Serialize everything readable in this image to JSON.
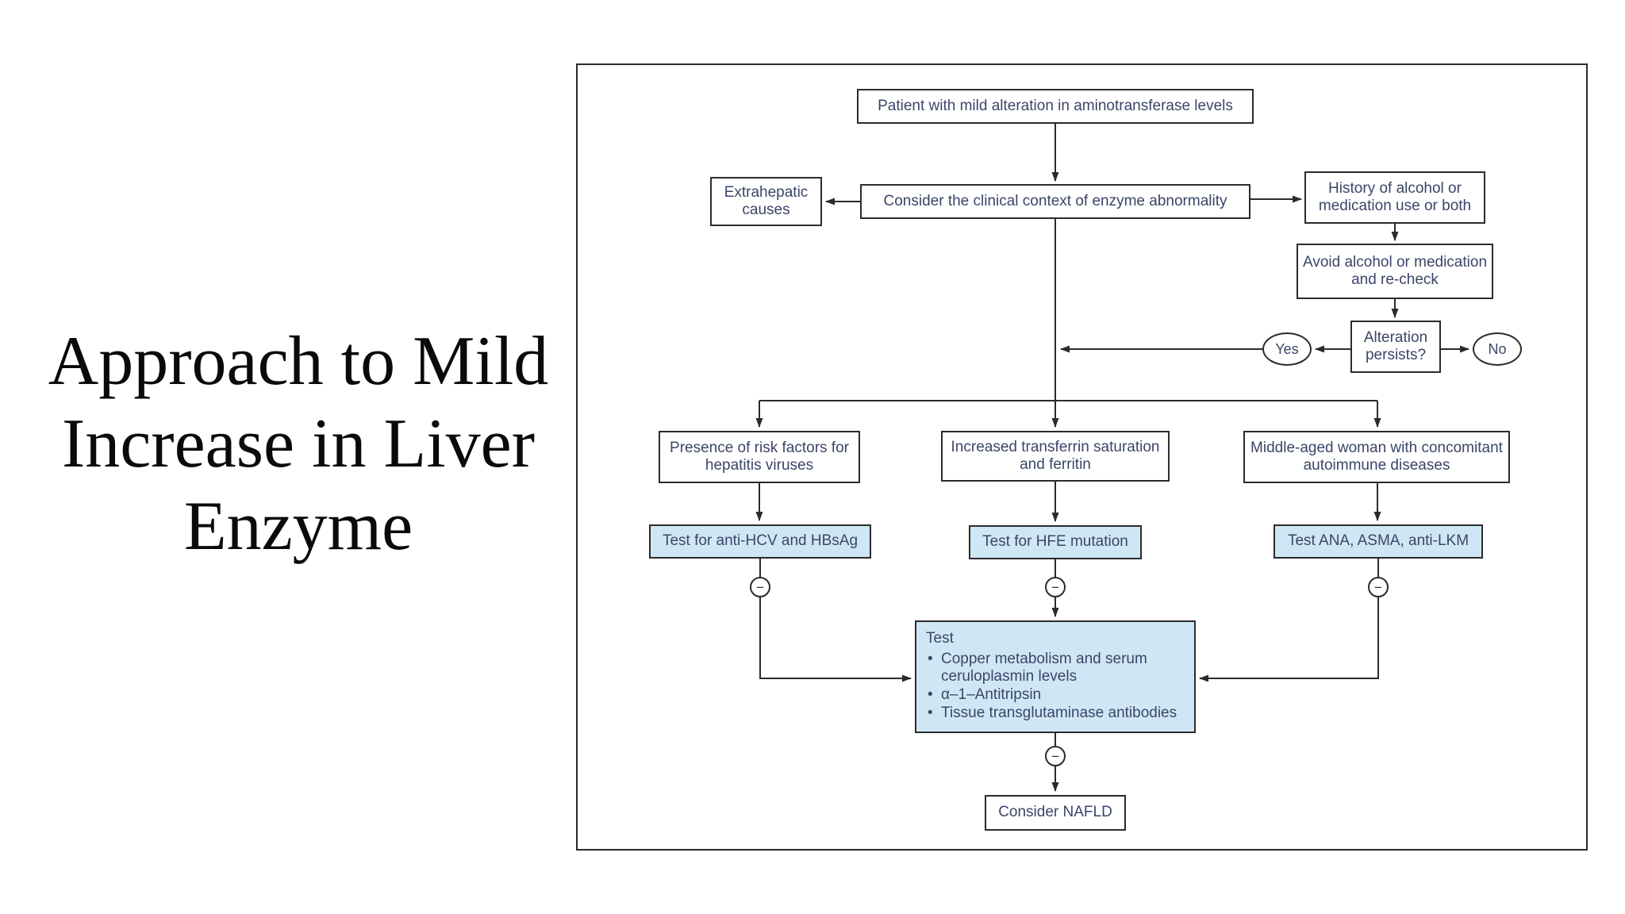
{
  "title": {
    "lines": [
      "Approach to Mild",
      "Increase in Liver",
      "Enzyme"
    ]
  },
  "colors": {
    "background": "#ffffff",
    "box_border": "#2b2b2b",
    "box_text": "#3b4569",
    "highlight_fill": "#cfe7f5",
    "title_text": "#0a0a0a"
  },
  "flowchart": {
    "negative_symbol": "−",
    "nodes": {
      "patient": {
        "label": "Patient with mild alteration in aminotransferase levels"
      },
      "consider": {
        "label": "Consider the clinical context of enzyme abnormality"
      },
      "extrahepatic": {
        "label": "Extrahepatic causes"
      },
      "history": {
        "label": "History of alcohol or medication use or both"
      },
      "avoid": {
        "label": "Avoid alcohol or medication and re-check"
      },
      "alteration": {
        "label": "Alteration persists?"
      },
      "yes": {
        "label": "Yes"
      },
      "no": {
        "label": "No"
      },
      "presence": {
        "label": "Presence of risk factors for hepatitis viruses"
      },
      "transferrin": {
        "label": "Increased transferrin saturation and ferritin"
      },
      "autoimmune": {
        "label": "Middle-aged woman with concomitant autoimmune diseases"
      },
      "test_hcv": {
        "label": "Test for anti-HCV and HBsAg"
      },
      "test_hfe": {
        "label": "Test for HFE mutation"
      },
      "test_ana": {
        "label": "Test ANA, ASMA, anti-LKM"
      },
      "test_panel": {
        "heading": "Test",
        "items": [
          "Copper metabolism and serum ceruloplasmin levels",
          "α–1–Antitripsin",
          "Tissue transglutaminase antibodies"
        ]
      },
      "nafld": {
        "label": "Consider NAFLD"
      }
    }
  }
}
